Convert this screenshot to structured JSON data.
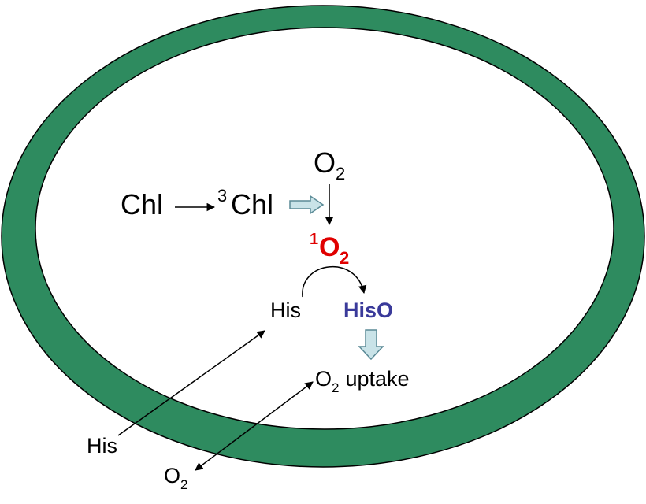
{
  "colors": {
    "membrane": "#2e8b5f",
    "outline": "#000000",
    "singlet_oxygen": "#e00000",
    "hiso": "#3a3a9a",
    "block_arrow_fill": "#c9e3e8",
    "block_arrow_stroke": "#5a8a96"
  },
  "labels": {
    "chl": "Chl",
    "triplet_superscript": "3",
    "triplet_chl": "Chl",
    "o2_in_O": "O",
    "o2_in_sub": "2",
    "singlet_superscript": "1",
    "singlet_O": "O",
    "singlet_sub": "2",
    "his_inside": "His",
    "hiso": "HisO",
    "uptake_O": "O",
    "uptake_sub": "2",
    "uptake_rest": " uptake",
    "his_outside": "His",
    "o2_out_O": "O",
    "o2_out_sub": "2"
  }
}
